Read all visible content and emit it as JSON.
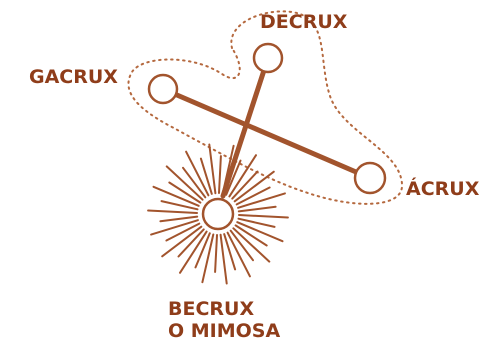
{
  "colors": {
    "primary": "#a2542d",
    "line": "#b5693f",
    "label": "#8f3d1a"
  },
  "stars": {
    "decrux": {
      "label": "DECRUX"
    },
    "gacrux": {
      "label": "GACRUX"
    },
    "acrux": {
      "label": "ÁCRUX"
    },
    "becrux": {
      "label_line1": "BECRUX",
      "label_line2": "O MIMOSA"
    }
  }
}
